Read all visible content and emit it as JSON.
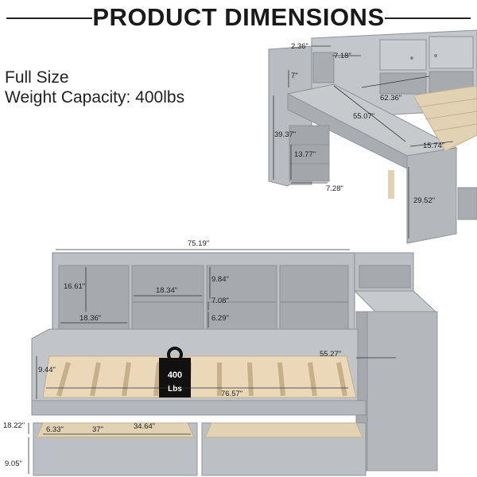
{
  "header": {
    "title": "PRODUCT DIMENSIONS"
  },
  "specs": {
    "size": "Full Size",
    "weight_capacity": "Weight Capacity: 400lbs"
  },
  "badge": {
    "weight": "400",
    "unit": "Lbs"
  },
  "desk_dimensions": {
    "d1": "2.36\"",
    "d2": "7.18\"",
    "d3": "7\"",
    "d4": "62.36\"",
    "d5": "55.07\"",
    "d6": "39.37\"",
    "d7": "15.74\"",
    "d8": "13.77\"",
    "d9": "7.28\"",
    "d10": "29.52\""
  },
  "bed_dimensions": {
    "overall_width": "75.19\"",
    "shelf_height": "16.61\"",
    "shelf_width_mid": "18.34\"",
    "shelf_height_mid": "9.84\"",
    "shelf_gap": "7.08\"",
    "shelf_width_left": "18.36\"",
    "shelf_lower": "6.29\"",
    "desk_length": "55.27\"",
    "side_rail": "9.44\"",
    "mattress_length": "76.57\"",
    "bed_height": "18.22\"",
    "drawer_depth": "6.33\"",
    "drawer_width": "37\"",
    "drawer_inner": "34.64\"",
    "drawer_height": "9.05\""
  },
  "colors": {
    "furniture": "#b9bcc0",
    "furniture_dark": "#8f9397",
    "slat": "#ead8b8",
    "text": "#222222"
  }
}
